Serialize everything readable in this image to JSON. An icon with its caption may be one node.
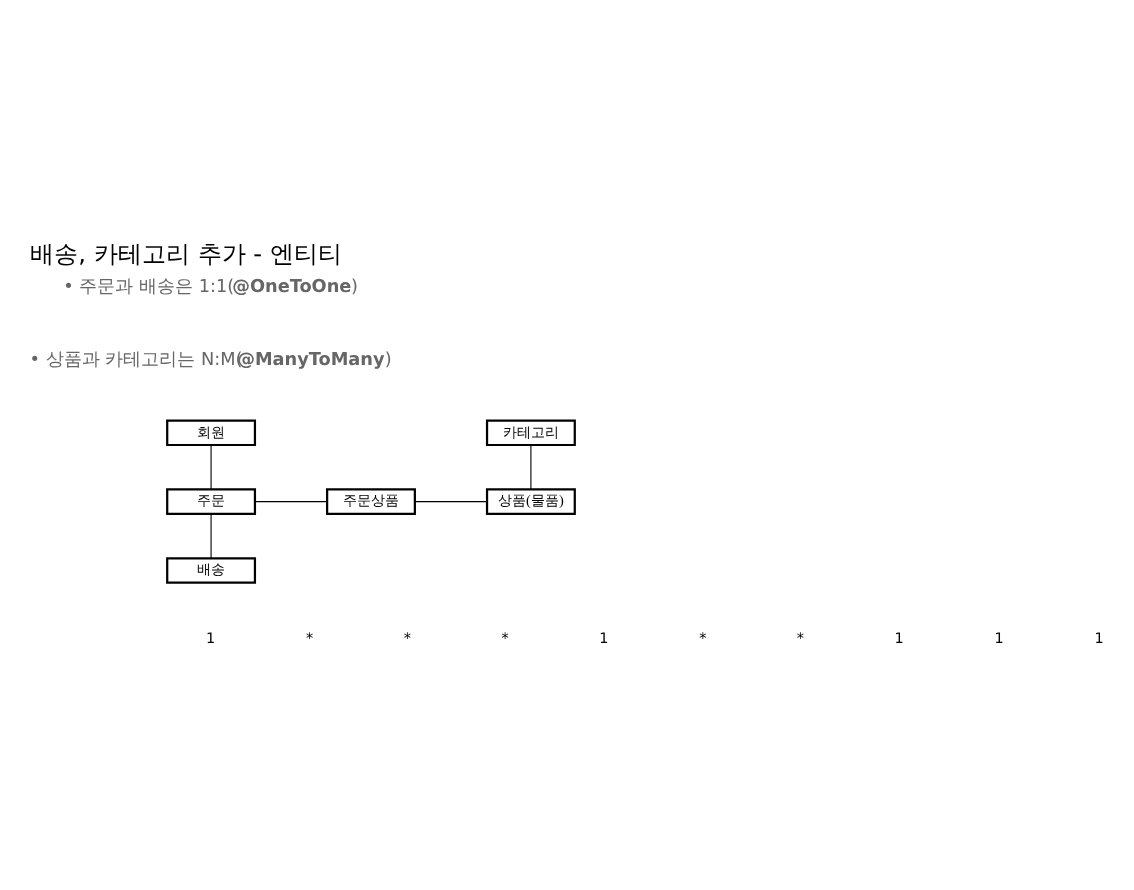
{
  "diagram": {
    "title": "배송, 카테고리 추가 - 엔티티",
    "nodes": [
      {
        "text": [
          "회원"
        ]
      },
      {
        "text": [
          "카테고리"
        ]
      },
      {
        "text": [
          "주문"
        ]
      },
      {
        "text": [
          "주문상품"
        ]
      },
      {
        "text": [
          "상품(물품)"
        ]
      },
      {
        "text": [
          "배송"
        ]
      }
    ],
    "edges": [
      {
        "from": 0,
        "to": 2,
        "arrow": "none"
      },
      {
        "from": 2,
        "to": 3,
        "arrow": "none"
      },
      {
        "from": 3,
        "to": 4,
        "arrow": "none"
      },
      {
        "from": 1,
        "to": 4,
        "arrow": "none"
      },
      {
        "from": 2,
        "to": 5,
        "arrow": "none"
      }
    ],
    "labels": [
      "• 주문과 배송은 1:1(**@OneToOne**)",
      "• 상품과 카테고리는 N:M(**@ManyToMany**)",
      "1",
      "*",
      "*",
      "*",
      "1",
      "*",
      "*",
      "1",
      "1",
      "1"
    ]
  }
}
